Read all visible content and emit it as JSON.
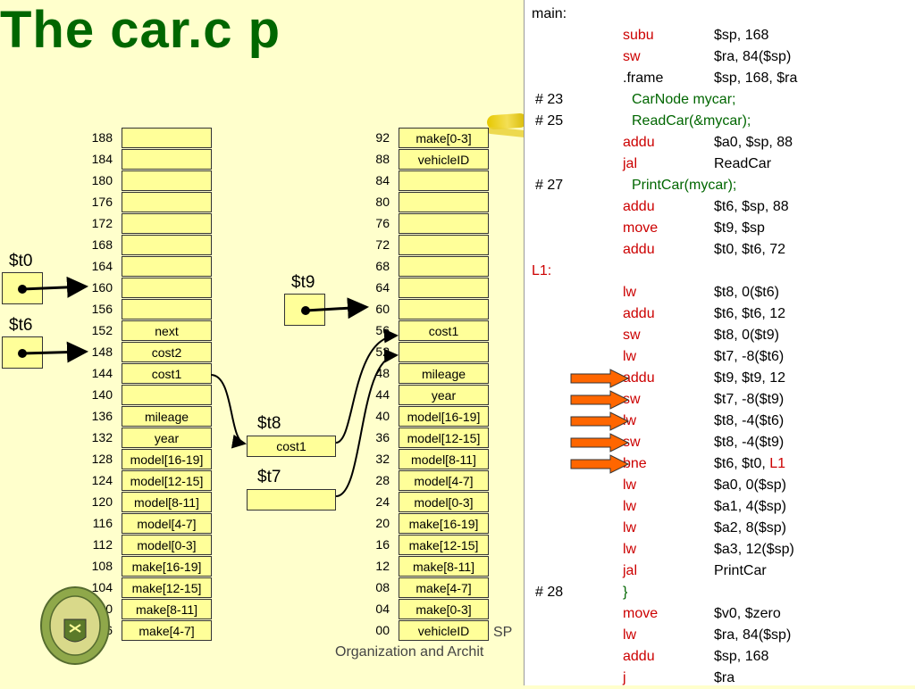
{
  "slide": {
    "title": "The car.c p",
    "footer_line1": "SP",
    "footer_line2": "Organization and Archit"
  },
  "left_column": [
    {
      "addr": "188",
      "label": ""
    },
    {
      "addr": "184",
      "label": ""
    },
    {
      "addr": "180",
      "label": ""
    },
    {
      "addr": "176",
      "label": ""
    },
    {
      "addr": "172",
      "label": ""
    },
    {
      "addr": "168",
      "label": ""
    },
    {
      "addr": "164",
      "label": ""
    },
    {
      "addr": "160",
      "label": ""
    },
    {
      "addr": "156",
      "label": ""
    },
    {
      "addr": "152",
      "label": "next"
    },
    {
      "addr": "148",
      "label": "cost2"
    },
    {
      "addr": "144",
      "label": "cost1"
    },
    {
      "addr": "140",
      "label": ""
    },
    {
      "addr": "136",
      "label": "mileage"
    },
    {
      "addr": "132",
      "label": "year"
    },
    {
      "addr": "128",
      "label": "model[16-19]"
    },
    {
      "addr": "124",
      "label": "model[12-15]"
    },
    {
      "addr": "120",
      "label": "model[8-11]"
    },
    {
      "addr": "116",
      "label": "model[4-7]"
    },
    {
      "addr": "112",
      "label": "model[0-3]"
    },
    {
      "addr": "108",
      "label": "make[16-19]"
    },
    {
      "addr": "104",
      "label": "make[12-15]"
    },
    {
      "addr": "100",
      "label": "make[8-11]"
    },
    {
      "addr": "96",
      "label": "make[4-7]"
    }
  ],
  "right_column": [
    {
      "addr": "92",
      "label": "make[0-3]"
    },
    {
      "addr": "88",
      "label": "vehicleID"
    },
    {
      "addr": "84",
      "label": ""
    },
    {
      "addr": "80",
      "label": ""
    },
    {
      "addr": "76",
      "label": ""
    },
    {
      "addr": "72",
      "label": ""
    },
    {
      "addr": "68",
      "label": ""
    },
    {
      "addr": "64",
      "label": ""
    },
    {
      "addr": "60",
      "label": ""
    },
    {
      "addr": "56",
      "label": "cost1"
    },
    {
      "addr": "52",
      "label": ""
    },
    {
      "addr": "48",
      "label": "mileage"
    },
    {
      "addr": "44",
      "label": "year"
    },
    {
      "addr": "40",
      "label": "model[16-19]"
    },
    {
      "addr": "36",
      "label": "model[12-15]"
    },
    {
      "addr": "32",
      "label": "model[8-11]"
    },
    {
      "addr": "28",
      "label": "model[4-7]"
    },
    {
      "addr": "24",
      "label": "model[0-3]"
    },
    {
      "addr": "20",
      "label": "make[16-19]"
    },
    {
      "addr": "16",
      "label": "make[12-15]"
    },
    {
      "addr": "12",
      "label": "make[8-11]"
    },
    {
      "addr": "08",
      "label": "make[4-7]"
    },
    {
      "addr": "04",
      "label": "make[0-3]"
    },
    {
      "addr": "00",
      "label": "vehicleID"
    }
  ],
  "registers": {
    "t0": "$t0",
    "t6": "$t6",
    "t9": "$t9",
    "t8": "$t8",
    "t7": "$t7",
    "t8_value": "cost1",
    "t7_value": ""
  },
  "code": [
    {
      "c0": "main:",
      "c1": "",
      "c2": "",
      "t": "label"
    },
    {
      "c0": "",
      "c1": "subu",
      "c2": "$sp, 168",
      "t": "instr"
    },
    {
      "c0": "",
      "c1": "sw",
      "c2": "$ra, 84($sp)",
      "t": "instr"
    },
    {
      "c0": "",
      "c1": ".frame",
      "c2": "$sp, 168, $ra",
      "t": "dir"
    },
    {
      "c0": "#  23",
      "c1": "",
      "c2": "CarNode mycar;",
      "t": "comment"
    },
    {
      "c0": "#  25",
      "c1": "",
      "c2": "ReadCar(&mycar);",
      "t": "comment"
    },
    {
      "c0": "",
      "c1": "addu",
      "c2": "$a0, $sp, 88",
      "t": "instr"
    },
    {
      "c0": "",
      "c1": "jal",
      "c2": "ReadCar",
      "t": "instr"
    },
    {
      "c0": "#  27",
      "c1": "",
      "c2": "PrintCar(mycar);",
      "t": "comment"
    },
    {
      "c0": "",
      "c1": "addu",
      "c2": "$t6, $sp, 88",
      "t": "instr"
    },
    {
      "c0": "",
      "c1": "move",
      "c2": "$t9, $sp",
      "t": "instr"
    },
    {
      "c0": "",
      "c1": "addu",
      "c2": "$t0, $t6, 72",
      "t": "instr"
    },
    {
      "c0": "L1:",
      "c1": "",
      "c2": "",
      "t": "redlabel"
    },
    {
      "c0": "",
      "c1": "lw",
      "c2": "$t8, 0($t6)",
      "t": "instr"
    },
    {
      "c0": "",
      "c1": "addu",
      "c2": "$t6, $t6, 12",
      "t": "instr"
    },
    {
      "c0": "",
      "c1": "sw",
      "c2": "$t8, 0($t9)",
      "t": "instr"
    },
    {
      "c0": "",
      "c1": "lw",
      "c2": "$t7, -8($t6)",
      "t": "instr"
    },
    {
      "c0": "",
      "c1": "addu",
      "c2": "$t9, $t9, 12",
      "t": "instr",
      "arrow": true
    },
    {
      "c0": "",
      "c1": "sw",
      "c2": "$t7, -8($t9)",
      "t": "instr",
      "arrow": true
    },
    {
      "c0": "",
      "c1": "lw",
      "c2": "$t8, -4($t6)",
      "t": "instr",
      "arrow": true
    },
    {
      "c0": "",
      "c1": "sw",
      "c2": "$t8, -4($t9)",
      "t": "instr",
      "arrow": true
    },
    {
      "c0": "",
      "c1": "bne",
      "c2": "$t6, $t0, ",
      "c3": "L1",
      "t": "instr",
      "arrow": true
    },
    {
      "c0": "",
      "c1": "lw",
      "c2": "$a0, 0($sp)",
      "t": "instr"
    },
    {
      "c0": "",
      "c1": "lw",
      "c2": "$a1, 4($sp)",
      "t": "instr"
    },
    {
      "c0": "",
      "c1": "lw",
      "c2": "$a2, 8($sp)",
      "t": "instr"
    },
    {
      "c0": "",
      "c1": "lw",
      "c2": "$a3, 12($sp)",
      "t": "instr"
    },
    {
      "c0": "",
      "c1": "jal",
      "c2": "PrintCar",
      "t": "instr"
    },
    {
      "c0": "#  28",
      "c1": "}",
      "c2": "",
      "t": "commentbrace"
    },
    {
      "c0": "",
      "c1": "move",
      "c2": "$v0, $zero",
      "t": "instr"
    },
    {
      "c0": "",
      "c1": "lw",
      "c2": "$ra, 84($sp)",
      "t": "instr"
    },
    {
      "c0": "",
      "c1": "addu",
      "c2": "$sp, 168",
      "t": "instr"
    },
    {
      "c0": "",
      "c1": "j",
      "c2": "$ra",
      "t": "instr"
    }
  ],
  "colors": {
    "title": "#006600",
    "cell_fill": "#ffff99",
    "background": "#ffffcc",
    "mnemonic": "#cc0000",
    "comment": "#006600",
    "arrow": "#ff6600"
  }
}
